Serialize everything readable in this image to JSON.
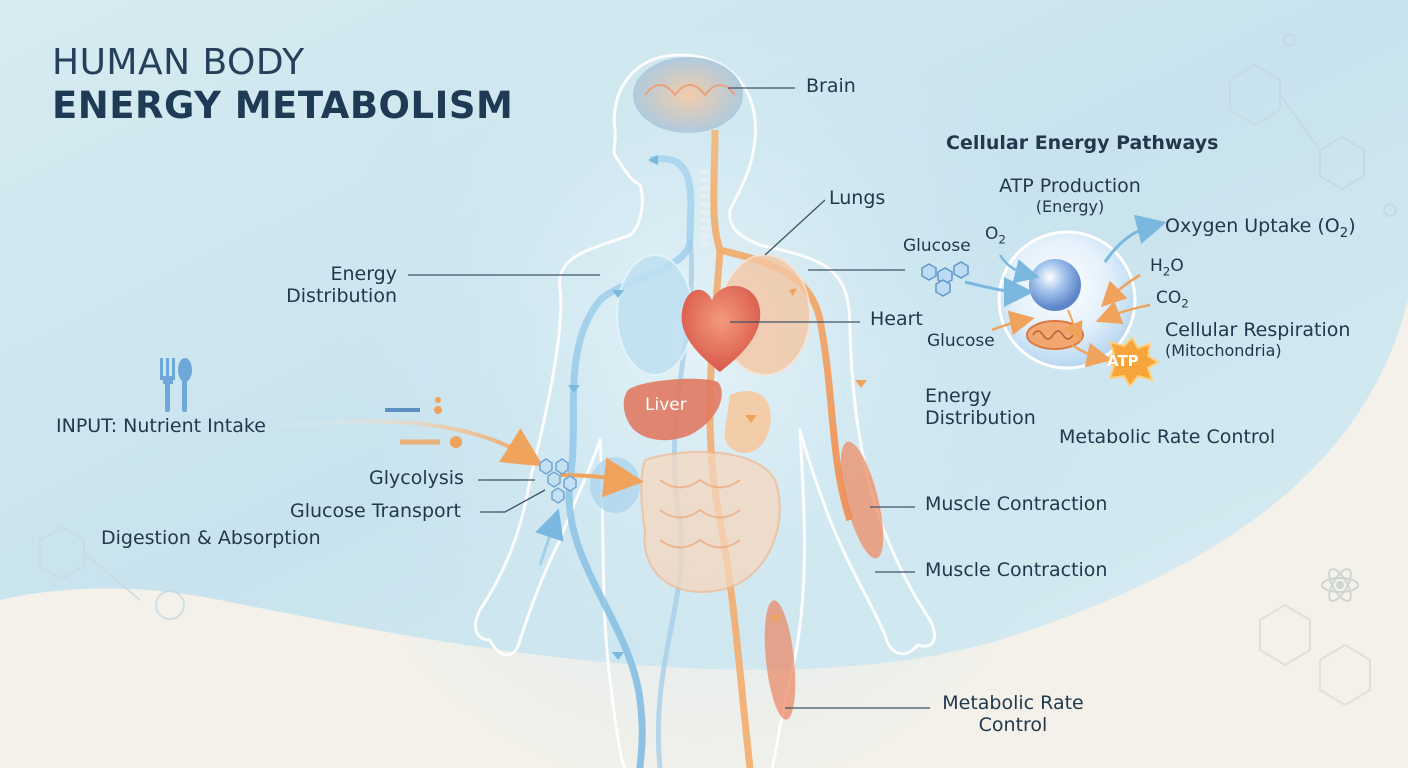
{
  "title": {
    "line1": "HUMAN BODY",
    "line2": "ENERGY METABOLISM"
  },
  "body_labels": {
    "brain": "Brain",
    "lungs": "Lungs",
    "heart": "Heart",
    "liver": "Liver",
    "energy_distribution_left_1": "Energy",
    "energy_distribution_left_2": "Distribution",
    "input": "INPUT: Nutrient Intake",
    "glycolysis": "Glycolysis",
    "glucose_transport": "Glucose Transport",
    "digestion": "Digestion & Absorption",
    "muscle_contraction_1": "Muscle Contraction",
    "muscle_contraction_2": "Muscle Contraction",
    "metabolic_rate_1": "Metabolic Rate",
    "metabolic_rate_2": "Control"
  },
  "cellular": {
    "title": "Cellular Energy Pathways",
    "atp_production": "ATP Production",
    "atp_energy": "(Energy)",
    "glucose_top": "Glucose",
    "o2_main": "O",
    "o2_sub": "2",
    "oxygen_uptake": "Oxygen Uptake (O",
    "oxygen_uptake_sub": "2",
    "oxygen_uptake_end": ")",
    "h2o_main": "H",
    "h2o_sub": "2",
    "h2o_end": "O",
    "co2_main": "CO",
    "co2_sub": "2",
    "cellular_respiration": "Cellular Respiration",
    "mitochondria": "(Mitochondria)",
    "glucose_bottom": "Glucose",
    "atp_badge": "ATP",
    "energy_distribution_1": "Energy",
    "energy_distribution_2": "Distribution",
    "metabolic_rate_control": "Metabolic Rate Control"
  },
  "colors": {
    "background_blue": "#cfe6ee",
    "background_cream": "#f3f1ea",
    "blue_pathway": "#7fbde0",
    "orange_pathway": "#f2a25a",
    "organ_red": "#e8735e",
    "title_text": "#1f3a55"
  },
  "icons": [
    "fork-knife-icon",
    "atp-burst-icon",
    "mitochondrion-icon",
    "molecule-icon"
  ]
}
